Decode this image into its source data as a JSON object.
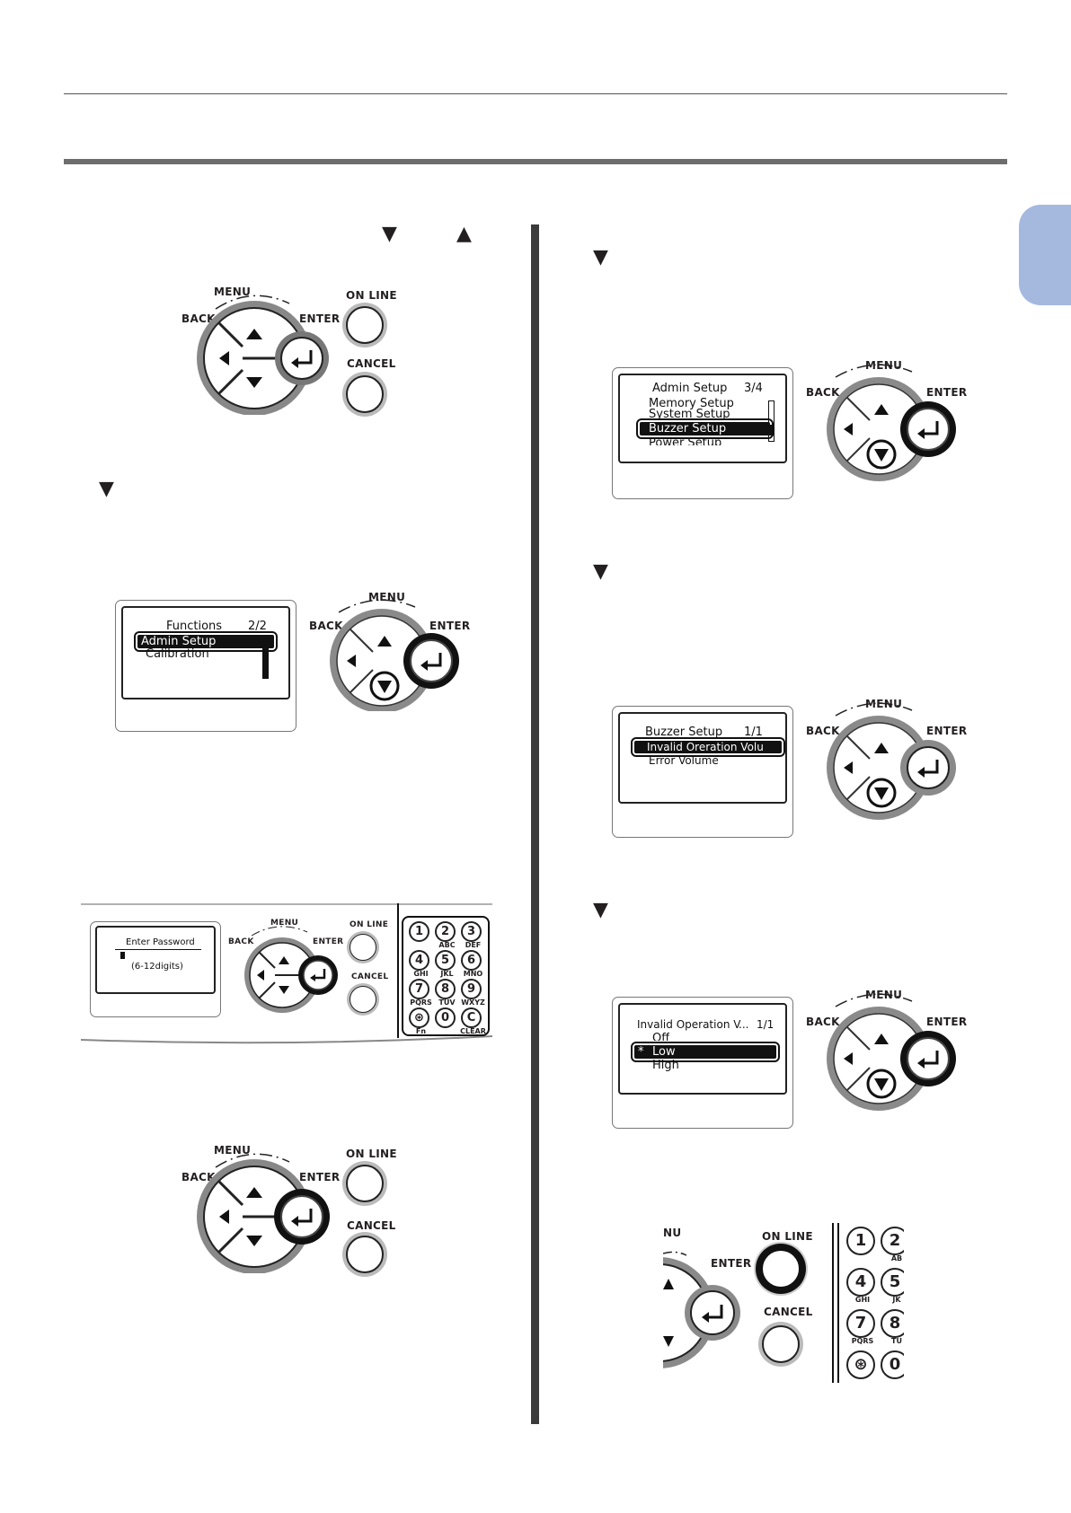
{
  "panel": {
    "menu_label": "MENU",
    "back_label": "BACK",
    "enter_label": "ENTER",
    "online_label": "ON LINE",
    "cancel_label": "CANCEL"
  },
  "step_icons": {
    "down": "▼",
    "up": "▲"
  },
  "screens": {
    "functions": {
      "title": "Functions",
      "page": "2/2",
      "selected": "Admin Setup",
      "items": [
        "Calibration"
      ]
    },
    "password": {
      "title": "Enter Password",
      "hint": "(6-12digits)"
    },
    "admin_setup": {
      "title": "Admin Setup",
      "page": "3/4",
      "items_before": [
        "Memory Setup",
        "System Setup"
      ],
      "selected": "Buzzer Setup",
      "items_after": [
        "Power Setup"
      ]
    },
    "buzzer_setup": {
      "title": "Buzzer Setup",
      "page": "1/1",
      "selected": "Invalid Oreration Volu",
      "items": [
        "Error Volume"
      ]
    },
    "invalid_volume": {
      "title": "Invalid Operation V",
      "ellipsis": "...",
      "page": "1/1",
      "items_before": [
        "Off"
      ],
      "selected": "Low",
      "selected_mark": "*",
      "items_after": [
        "High"
      ]
    }
  },
  "keypad": {
    "keys": [
      {
        "digit": "1",
        "sub": ""
      },
      {
        "digit": "2",
        "sub": "ABC"
      },
      {
        "digit": "3",
        "sub": "DEF"
      },
      {
        "digit": "4",
        "sub": "GHI"
      },
      {
        "digit": "5",
        "sub": "JKL"
      },
      {
        "digit": "6",
        "sub": "MNO"
      },
      {
        "digit": "7",
        "sub": "PQRS"
      },
      {
        "digit": "8",
        "sub": "TUV"
      },
      {
        "digit": "9",
        "sub": "WXYZ"
      },
      {
        "digit": "⊛",
        "sub": "Fn"
      },
      {
        "digit": "0",
        "sub": ""
      },
      {
        "digit": "C",
        "sub": "CLEAR"
      }
    ],
    "partial": {
      "keys": [
        {
          "digit": "1",
          "sub": ""
        },
        {
          "digit": "2",
          "sub": "AB"
        },
        {
          "digit": "4",
          "sub": "GHI"
        },
        {
          "digit": "5",
          "sub": "JK"
        },
        {
          "digit": "7",
          "sub": "PQRS"
        },
        {
          "digit": "8",
          "sub": "TU"
        },
        {
          "digit": "⊛",
          "sub": ""
        },
        {
          "digit": "0",
          "sub": ""
        }
      ],
      "menu_fragment": "NU"
    }
  }
}
